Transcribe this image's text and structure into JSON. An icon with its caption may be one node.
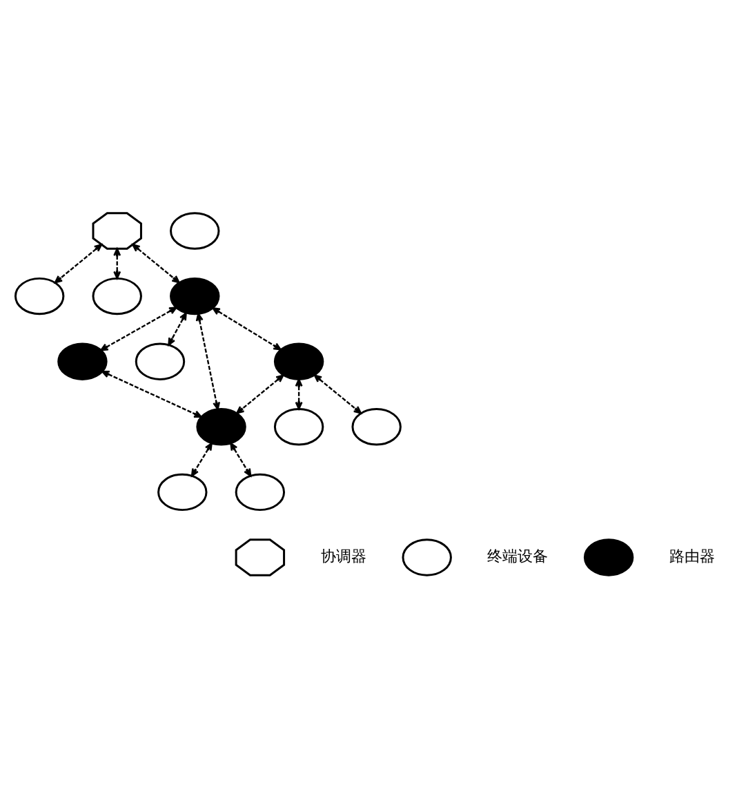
{
  "diagram": {
    "nodes": [
      {
        "text": [],
        "shape": "octagon"
      },
      {
        "text": [],
        "shape": "circle"
      },
      {
        "text": [],
        "shape": "circle"
      },
      {
        "text": [],
        "shape": "circle"
      },
      {
        "text": [],
        "shape": "circle"
      },
      {
        "text": [],
        "shape": "circle"
      },
      {
        "text": [],
        "shape": "circle"
      },
      {
        "text": [],
        "shape": "circle"
      },
      {
        "text": [],
        "shape": "circle"
      },
      {
        "text": [],
        "shape": "circle"
      },
      {
        "text": [],
        "shape": "circle"
      },
      {
        "text": [],
        "shape": "circle"
      },
      {
        "text": [],
        "shape": "circle"
      },
      {
        "text": [],
        "shape": "octagon"
      },
      {
        "text": [],
        "shape": "circle"
      },
      {
        "text": [],
        "shape": "circle"
      }
    ],
    "edges": [
      {
        "from": 0,
        "to": 1,
        "arrow": "both",
        "style": "dashed"
      },
      {
        "from": 0,
        "to": 2,
        "arrow": "both",
        "style": "dashed"
      },
      {
        "from": 0,
        "to": 3,
        "arrow": "both",
        "style": "dashed"
      },
      {
        "from": 3,
        "to": 7,
        "arrow": "both",
        "style": "dashed"
      },
      {
        "from": 3,
        "to": 6,
        "arrow": "both",
        "style": "dashed"
      },
      {
        "from": 3,
        "to": 5,
        "arrow": "both",
        "style": "dashed"
      },
      {
        "from": 3,
        "to": 9,
        "arrow": "both",
        "style": "dashed"
      },
      {
        "from": 5,
        "to": 9,
        "arrow": "both",
        "style": "dashed"
      },
      {
        "from": 7,
        "to": 4,
        "arrow": "both",
        "style": "dashed"
      },
      {
        "from": 7,
        "to": 10,
        "arrow": "both",
        "style": "dashed"
      },
      {
        "from": 7,
        "to": 9,
        "arrow": "both",
        "style": "dashed"
      },
      {
        "from": 9,
        "to": 11,
        "arrow": "both",
        "style": "dashed"
      },
      {
        "from": 9,
        "to": 12,
        "arrow": "both",
        "style": "dashed"
      }
    ],
    "legend": [
      {
        "text": "协调器"
      },
      {
        "text": "终端设备"
      },
      {
        "text": "路由器"
      }
    ]
  }
}
